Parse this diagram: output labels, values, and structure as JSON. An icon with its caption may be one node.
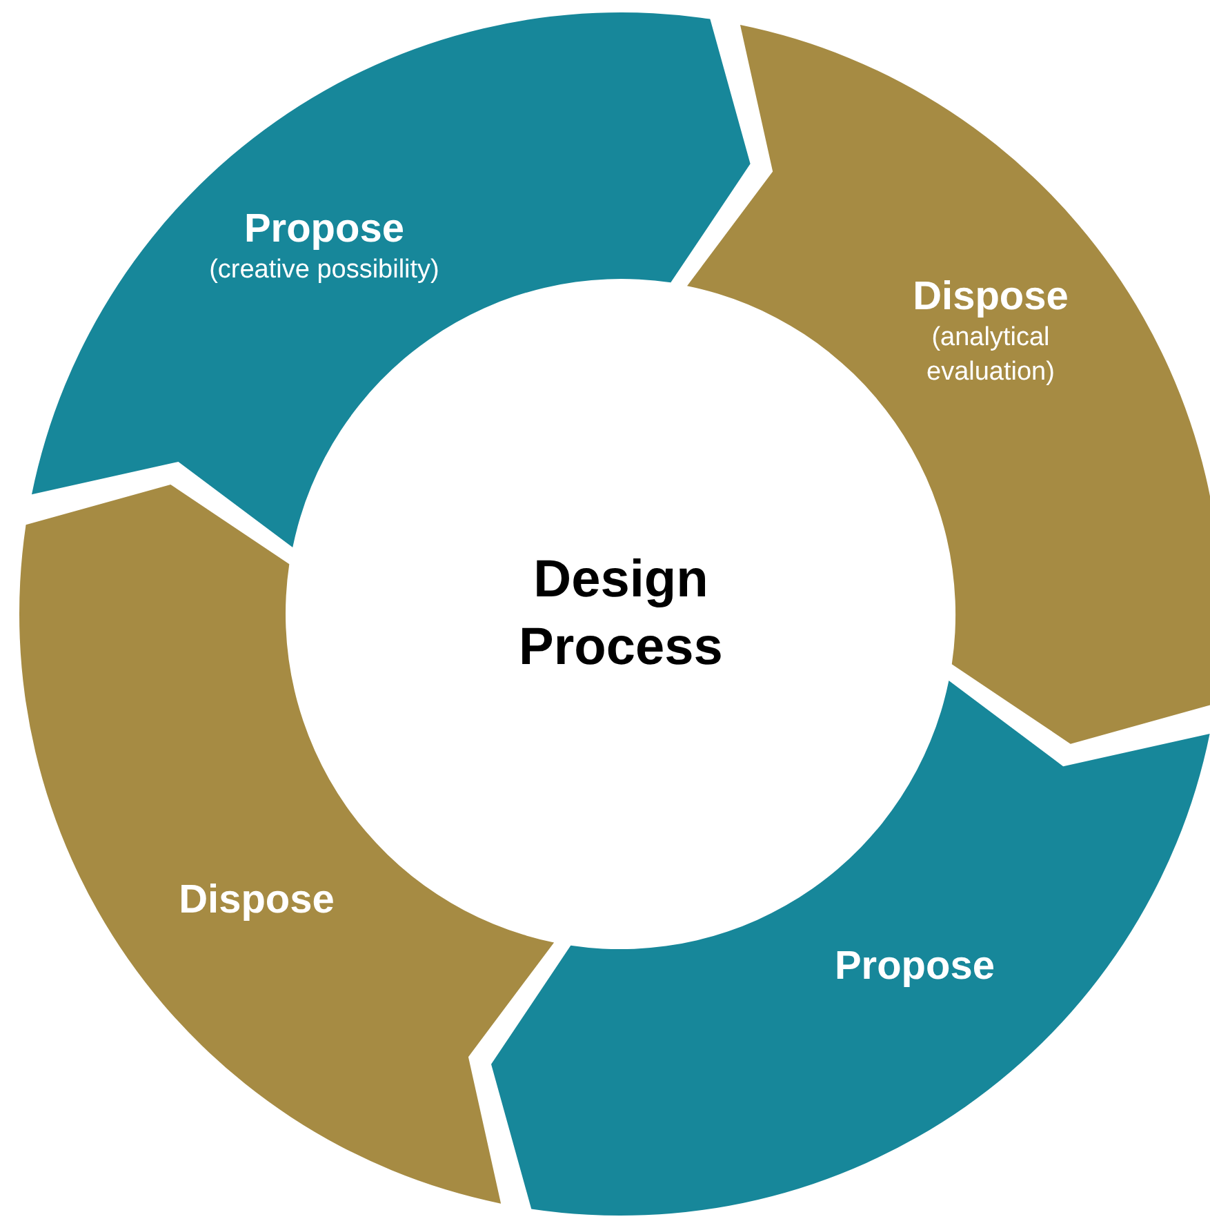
{
  "diagram": {
    "nodes": [
      {
        "text": [
          "Propose",
          "(creative possibility)"
        ]
      },
      {
        "text": [
          "Dispose",
          "(analytical evaluation)"
        ]
      },
      {
        "text": [
          "Propose"
        ]
      },
      {
        "text": [
          "Dispose"
        ]
      },
      {
        "text": [
          "Design Process"
        ]
      }
    ]
  }
}
